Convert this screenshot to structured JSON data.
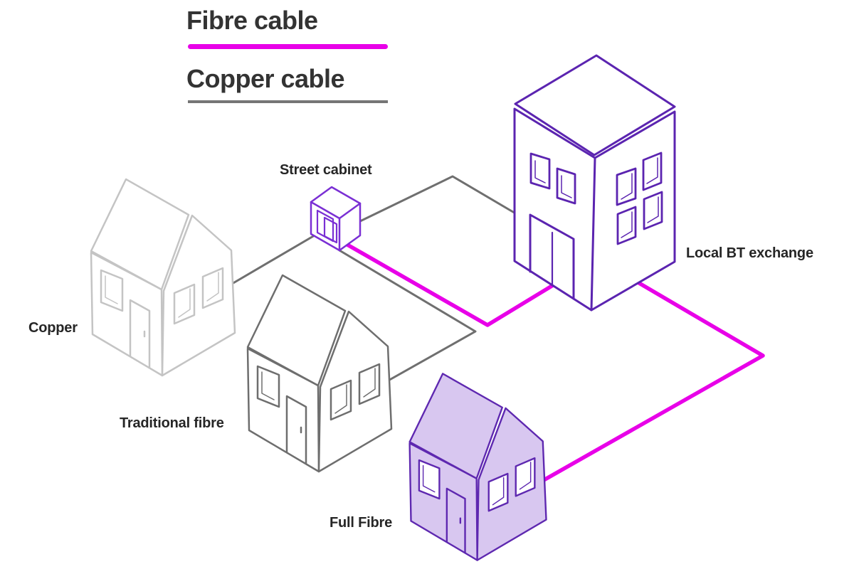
{
  "legend": {
    "fibre": {
      "label": "Fibre cable"
    },
    "copper": {
      "label": "Copper cable"
    }
  },
  "labels": {
    "street_cabinet": "Street cabinet",
    "copper": "Copper",
    "traditional_fibre": "Traditional fibre",
    "full_fibre": "Full Fibre",
    "exchange": "Local BT exchange"
  },
  "colors": {
    "fibre": "#e800e8",
    "copper_cable": "#6f6f6f",
    "legend_copper": "#757575",
    "text": "#262626",
    "legend_text": "#333333",
    "house_copper": "#c4c4c4",
    "house_traditional": "#6e6e6e",
    "house_full_stroke": "#5e28b0",
    "house_full_fill": "#d8c7f0",
    "exchange": "#5b24b0",
    "cabinet": "#7a2fd4",
    "window_fill": "#ffffff"
  }
}
